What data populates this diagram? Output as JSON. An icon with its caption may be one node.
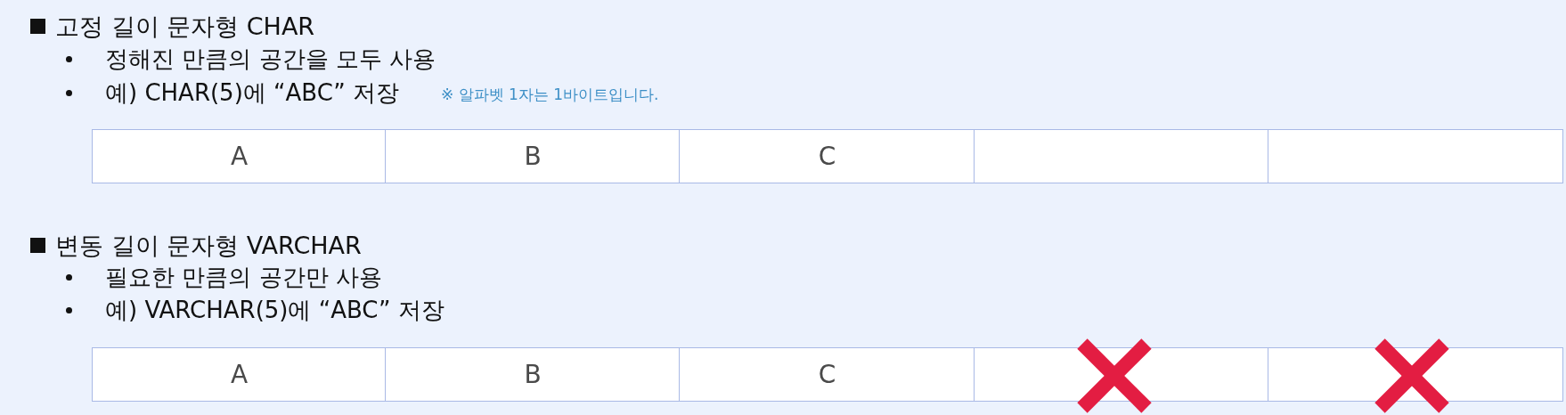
{
  "diagram": {
    "nodes": [
      {
        "text": [
          "A"
        ]
      },
      {
        "text": [
          "B"
        ]
      },
      {
        "text": [
          "C"
        ]
      },
      {
        "text": [],
        "shape": "box"
      },
      {
        "text": [],
        "shape": "box"
      },
      {
        "text": [
          "A"
        ]
      },
      {
        "text": [
          "B"
        ]
      },
      {
        "text": [
          "C"
        ]
      },
      {
        "text": [],
        "shape": "box"
      },
      {
        "text": [],
        "shape": "box"
      }
    ],
    "labels": [
      "고정 길이 문자형 CHAR",
      "정해진 만큼의 공간을 모두 사용",
      "예) CHAR(5)에 “ABC” 저장",
      "※ 알파벳 1자는 1바이트입니다.",
      "변동 길이 문자형 VARCHAR",
      "필요한 만큼의 공간만 사용",
      "예) VARCHAR(5)에 “ABC” 저장"
    ]
  }
}
